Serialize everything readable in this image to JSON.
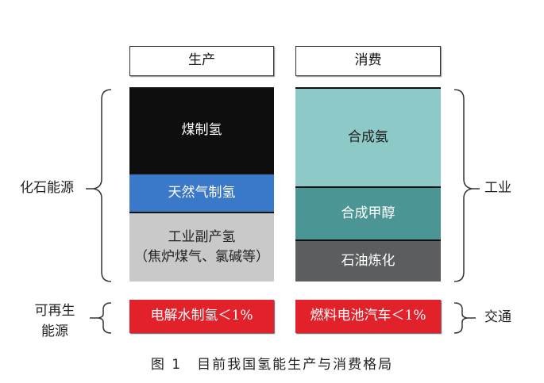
{
  "headers": {
    "production": "生产",
    "consumption": "消费"
  },
  "production": [
    {
      "label": "煤制氢",
      "color": "#0e0e0e",
      "text_color": "#ffffff"
    },
    {
      "label": "天然气制氢",
      "color": "#3a78c9",
      "text_color": "#ffffff"
    },
    {
      "label": "工业副产氢",
      "sublabel": "（焦炉煤气、氯碱等）",
      "color": "#c9c9c9",
      "text_color": "#222222"
    }
  ],
  "consumption": [
    {
      "label": "合成氨",
      "color": "#8dc9c7",
      "text_color": "#222222"
    },
    {
      "label": "合成甲醇",
      "color": "#4b9595",
      "text_color": "#ffffff"
    },
    {
      "label": "石油炼化",
      "color": "#5b5d5f",
      "text_color": "#ffffff"
    }
  ],
  "renewable": {
    "production": "电解水制氢＜1%",
    "consumption": "燃料电池汽车＜1%",
    "color": "#e3212b"
  },
  "side_labels": {
    "fossil": "化石能源",
    "renewable_line1": "可再生",
    "renewable_line2": "能源",
    "industry": "工业",
    "transport": "交通"
  },
  "caption": "图 1　目前我国氢能生产与消费格局"
}
